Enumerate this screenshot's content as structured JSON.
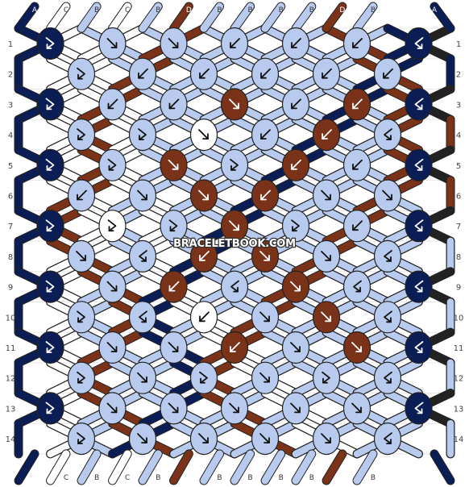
{
  "site": {
    "watermark": "BRACELETBOOK.COM"
  },
  "colors": {
    "A": "#0b1d55",
    "B": "#b8cbee",
    "C": "#ffffff",
    "D": "#7a3218"
  },
  "top_strings": [
    "A",
    "C",
    "B",
    "C",
    "B",
    "D",
    "B",
    "B",
    "B",
    "B",
    "D",
    "B",
    "A"
  ],
  "bottom_strings": [
    "A",
    "C",
    "B",
    "C",
    "B",
    "D",
    "B",
    "B",
    "B",
    "B",
    "D",
    "B",
    "A"
  ],
  "row_labels": [
    "1",
    "2",
    "3",
    "4",
    "5",
    "6",
    "7",
    "8",
    "9",
    "10",
    "11",
    "12",
    "13",
    "14"
  ],
  "knot_grid": [
    [
      [
        "A",
        "fb"
      ],
      [
        "B",
        "f"
      ],
      [
        "B",
        "f"
      ],
      [
        "B",
        "b"
      ],
      [
        "B",
        "b"
      ],
      [
        "B",
        "b"
      ],
      [
        "A",
        "bf"
      ]
    ],
    [
      [
        "B",
        "fb"
      ],
      [
        "B",
        "b"
      ],
      [
        "B",
        "b"
      ],
      [
        "B",
        "b"
      ],
      [
        "B",
        "b"
      ],
      [
        "B",
        "b"
      ]
    ],
    [
      [
        "A",
        "fb"
      ],
      [
        "B",
        "b"
      ],
      [
        "B",
        "b"
      ],
      [
        "D",
        "f"
      ],
      [
        "B",
        "b"
      ],
      [
        "D",
        "b"
      ],
      [
        "A",
        "bf"
      ]
    ],
    [
      [
        "B",
        "fb"
      ],
      [
        "B",
        "fb"
      ],
      [
        "C",
        "f"
      ],
      [
        "B",
        "b"
      ],
      [
        "D",
        "b"
      ],
      [
        "B",
        "bf"
      ]
    ],
    [
      [
        "A",
        "fb"
      ],
      [
        "B",
        "fb"
      ],
      [
        "D",
        "f"
      ],
      [
        "B",
        "fb"
      ],
      [
        "D",
        "b"
      ],
      [
        "B",
        "b"
      ],
      [
        "A",
        "bf"
      ]
    ],
    [
      [
        "B",
        "b"
      ],
      [
        "B",
        "f"
      ],
      [
        "D",
        "f"
      ],
      [
        "D",
        "b"
      ],
      [
        "B",
        "f"
      ],
      [
        "B",
        "f"
      ]
    ],
    [
      [
        "A",
        "fb"
      ],
      [
        "C",
        "fb"
      ],
      [
        "B",
        "fb"
      ],
      [
        "D",
        "f"
      ],
      [
        "B",
        "fb"
      ],
      [
        "B",
        "b"
      ],
      [
        "A",
        "bf"
      ]
    ],
    [
      [
        "B",
        "f"
      ],
      [
        "B",
        "bf"
      ],
      [
        "D",
        "b"
      ],
      [
        "D",
        "f"
      ],
      [
        "B",
        "f"
      ],
      [
        "B",
        "bf"
      ]
    ],
    [
      [
        "A",
        "fb"
      ],
      [
        "B",
        "f"
      ],
      [
        "D",
        "b"
      ],
      [
        "B",
        "bf"
      ],
      [
        "D",
        "f"
      ],
      [
        "B",
        "bf"
      ],
      [
        "A",
        "bf"
      ]
    ],
    [
      [
        "B",
        "fb"
      ],
      [
        "B",
        "bf"
      ],
      [
        "C",
        "b"
      ],
      [
        "B",
        "f"
      ],
      [
        "D",
        "f"
      ],
      [
        "B",
        "bf"
      ]
    ],
    [
      [
        "A",
        "fb"
      ],
      [
        "B",
        "f"
      ],
      [
        "B",
        "f"
      ],
      [
        "D",
        "b"
      ],
      [
        "B",
        "f"
      ],
      [
        "D",
        "f"
      ],
      [
        "A",
        "bf"
      ]
    ],
    [
      [
        "B",
        "fb"
      ],
      [
        "B",
        "f"
      ],
      [
        "B",
        "fb"
      ],
      [
        "B",
        "f"
      ],
      [
        "B",
        "fb"
      ],
      [
        "B",
        "bf"
      ]
    ],
    [
      [
        "A",
        "fb"
      ],
      [
        "B",
        "f"
      ],
      [
        "B",
        "f"
      ],
      [
        "B",
        "f"
      ],
      [
        "B",
        "f"
      ],
      [
        "B",
        "f"
      ],
      [
        "A",
        "bf"
      ]
    ],
    [
      [
        "B",
        "fb"
      ],
      [
        "B",
        "f"
      ],
      [
        "B",
        "f"
      ],
      [
        "B",
        "f"
      ],
      [
        "B",
        "f"
      ],
      [
        "B",
        "bf"
      ]
    ]
  ]
}
